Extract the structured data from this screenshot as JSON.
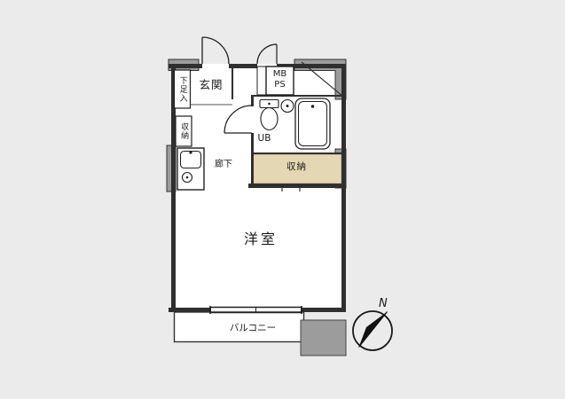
{
  "labels": {
    "genkan": "玄関",
    "shoe_storage": "下足入",
    "closet_left": "収納",
    "corridor": "廊下",
    "mb": "MB",
    "ps": "PS",
    "unit_bath": "UB",
    "closet_right": "収納",
    "western_room": "洋室",
    "balcony": "バルコニー",
    "compass_north": "N"
  },
  "colors": {
    "background": "#ebebeb",
    "room-fill": "#ffffff",
    "wall": "#2f2f2f",
    "wall-fill": "#9c9c9c",
    "closet-fill": "#e4d7b4",
    "line": "#1f1f1f",
    "text": "#1a1a1a"
  }
}
